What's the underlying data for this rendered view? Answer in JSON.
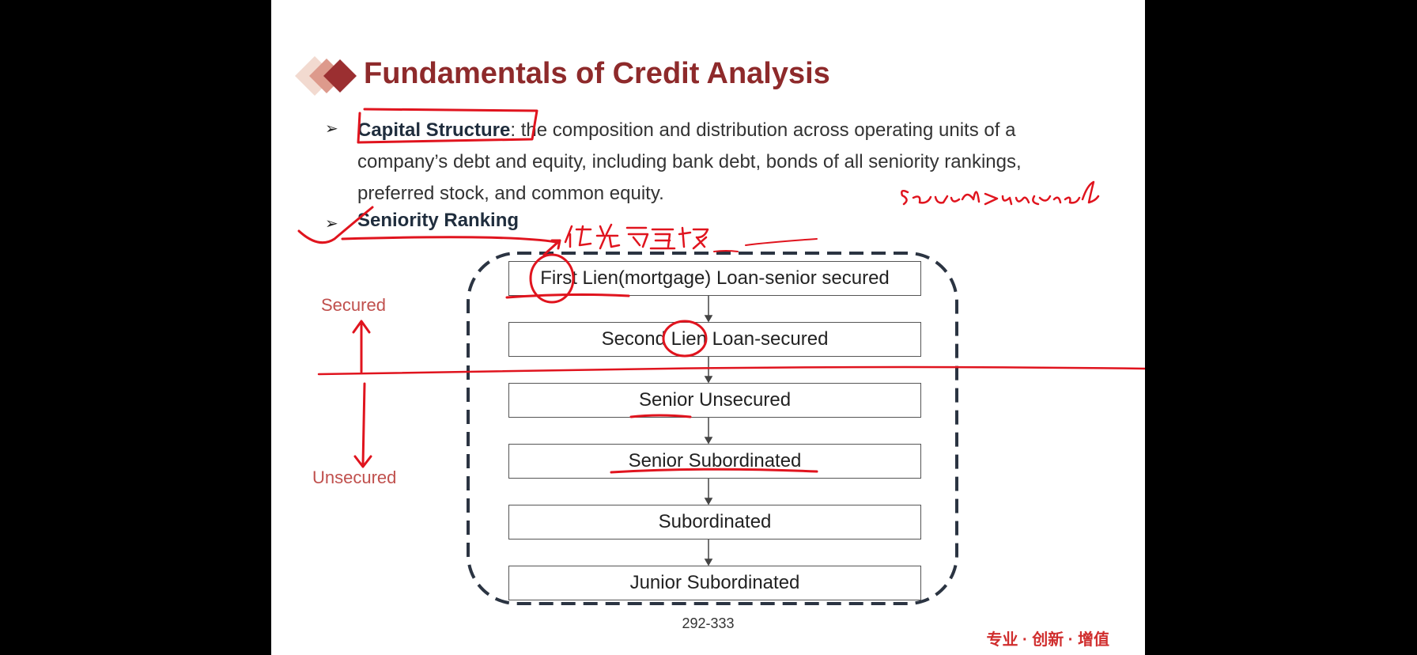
{
  "slide": {
    "title": "Fundamentals of Credit Analysis",
    "bullets": [
      {
        "term": "Capital Structure",
        "separator": ":",
        "text": " the composition and distribution across operating units of a company’s debt and equity, including bank debt, bonds of all seniority rankings, preferred stock, and common equity."
      },
      {
        "term": "Seniority Ranking"
      }
    ],
    "seniority_levels": [
      "First Lien(mortgage) Loan-senior secured",
      "Second Lien Loan-secured",
      "Senior Unsecured",
      "Senior Subordinated",
      "Subordinated",
      "Junior Subordinated"
    ],
    "side_labels": {
      "secured": "Secured",
      "unsecured": "Unsecured"
    },
    "page_number": "292-333",
    "brand": "专业 · 创新 · 增值"
  },
  "annotations": {
    "handwritten_top_right": "secured > unsecured",
    "handwritten_chinese": "优先留置权"
  },
  "colors": {
    "title": "#8e2a2b",
    "secured_label": "#c0504d",
    "annotation_ink": "#e0141e",
    "background_outside": "#000000"
  }
}
